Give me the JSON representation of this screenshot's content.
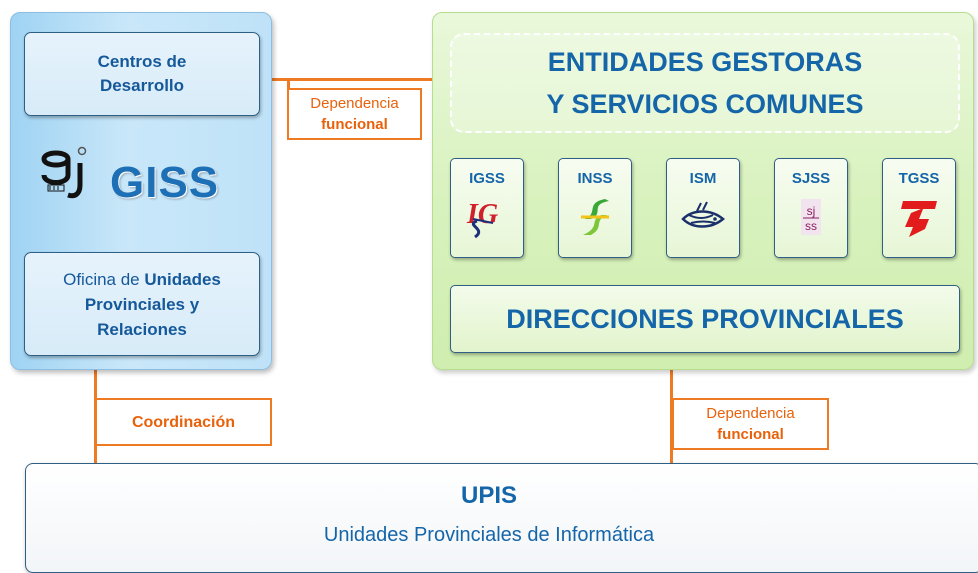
{
  "giss": {
    "name": "GISS",
    "centros": {
      "line1": "Centros de",
      "line2": "Desarrollo"
    },
    "oficina": {
      "part1": "Oficina de ",
      "part2": "Unidades",
      "line2": "Provinciales y",
      "line3": "Relaciones"
    }
  },
  "entidades": {
    "title_line1": "ENTIDADES GESTORAS",
    "title_line2": "Y SERVICIOS COMUNES",
    "items": [
      {
        "label": "IGSS",
        "icon": "igss-logo-icon"
      },
      {
        "label": "INSS",
        "icon": "inss-logo-icon"
      },
      {
        "label": "ISM",
        "icon": "ism-logo-icon"
      },
      {
        "label": "SJSS",
        "icon": "sjss-logo-icon"
      },
      {
        "label": "TGSS",
        "icon": "tgss-logo-icon"
      }
    ],
    "direcciones": "DIRECCIONES PROVINCIALES"
  },
  "connectors": {
    "dependencia1": {
      "line1": "Dependencia",
      "line2": "funcional"
    },
    "coordinacion": "Coordinación",
    "dependencia2": {
      "line1": "Dependencia",
      "line2": "funcional"
    }
  },
  "upis": {
    "title": "UPIS",
    "subtitle": "Unidades Provinciales de Informática"
  },
  "colors": {
    "connector": "#ee7a24",
    "text_blue": "#1565a9",
    "giss_panel": "#bfe2f8",
    "entidades_panel": "#d9f2bf"
  }
}
